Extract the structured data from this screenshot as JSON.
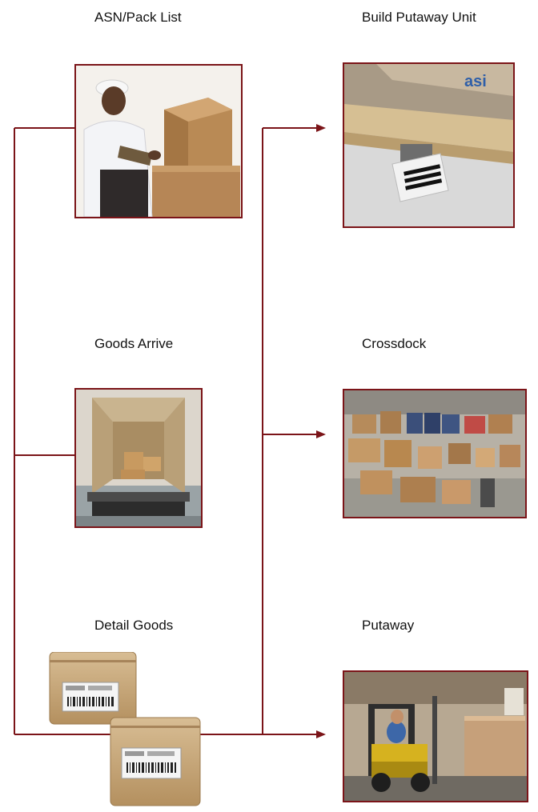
{
  "steps": {
    "asn": {
      "label": "ASN/Pack List",
      "image": "worker-with-boxes-photo"
    },
    "arrive": {
      "label": "Goods Arrive",
      "image": "delivery-truck-photo"
    },
    "detail": {
      "label": "Detail Goods",
      "image": "labeled-boxes-illustration"
    },
    "build": {
      "label": "Build Putaway Unit",
      "image": "pallet-barcode-photo"
    },
    "crossdock": {
      "label": "Crossdock",
      "image": "warehouse-floor-photo"
    },
    "putaway": {
      "label": "Putaway",
      "image": "forklift-photo"
    }
  },
  "colors": {
    "connector": "#7b1418",
    "frame": "#7b1418"
  }
}
